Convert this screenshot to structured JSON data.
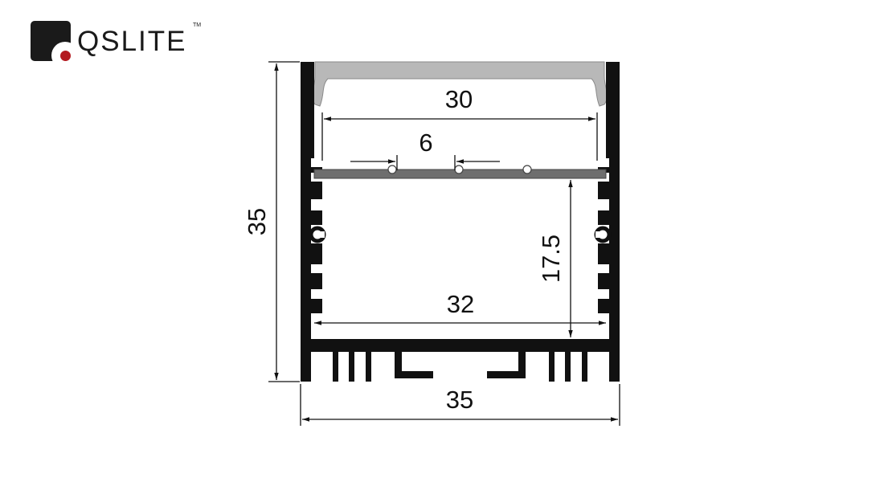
{
  "brand": {
    "name": "QSLITE",
    "trademark": "TM",
    "logo_icon": "qslite-logo-icon",
    "colors": {
      "mark": "#1a1a1a",
      "dot": "#b3191f"
    }
  },
  "dimensions": {
    "inner_width": "30",
    "led_spacing": "6",
    "total_height": "35",
    "mount_height": "17.5",
    "inner_bottom_width": "32",
    "total_width": "35"
  },
  "colors": {
    "profile": "#111111",
    "diffuser": "#b8b8b8",
    "pcb": "#6e6e6e",
    "dimension_line": "#111111"
  }
}
